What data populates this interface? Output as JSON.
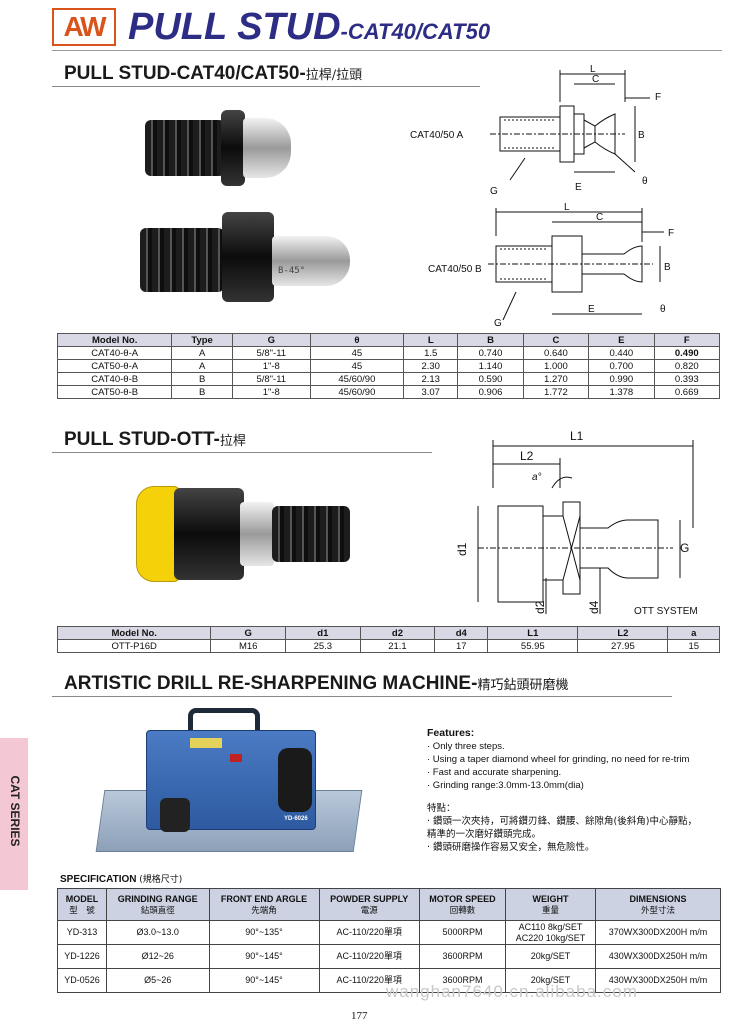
{
  "header": {
    "logo_text": "AW",
    "title_main": "PULL STUD",
    "title_sub": "-CAT40/CAT50"
  },
  "sections": {
    "cat": {
      "title": "PULL STUD-CAT40/CAT50-",
      "title_cn": "拉桿/拉頭"
    },
    "ott": {
      "title": "PULL STUD-OTT-",
      "title_cn": "拉桿"
    },
    "machine": {
      "title": "ARTISTIC DRILL RE-SHARPENING MACHINE-",
      "title_cn": "精巧鉆頭研磨機"
    }
  },
  "cat_photo": {
    "stud_b_marking": "B-45°"
  },
  "cat_drawings": {
    "a_label": "CAT40/50 A",
    "b_label": "CAT40/50 B",
    "dims": {
      "L": "L",
      "C": "C",
      "F": "F",
      "B": "B",
      "E": "E",
      "G": "G",
      "theta": "θ"
    }
  },
  "cat_table": {
    "headers": [
      "Model No.",
      "Type",
      "G",
      "θ",
      "L",
      "B",
      "C",
      "E",
      "F"
    ],
    "rows": [
      [
        "CAT40-θ-A",
        "A",
        "5/8\"-11",
        "45",
        "1.5",
        "0.740",
        "0.640",
        "0.440",
        "0.490"
      ],
      [
        "CAT50-θ-A",
        "A",
        "1\"-8",
        "45",
        "2.30",
        "1.140",
        "1.000",
        "0.700",
        "0.820"
      ],
      [
        "CAT40-θ-B",
        "B",
        "5/8\"-11",
        "45/60/90",
        "2.13",
        "0.590",
        "1.270",
        "0.990",
        "0.393"
      ],
      [
        "CAT50-θ-B",
        "B",
        "1\"-8",
        "45/60/90",
        "3.07",
        "0.906",
        "1.772",
        "1.378",
        "0.669"
      ]
    ]
  },
  "ott_drawing": {
    "system_label": "OTT SYSTEM",
    "dims": {
      "L1": "L1",
      "L2": "L2",
      "a": "a°",
      "d1": "d1",
      "d2": "d2",
      "d4": "d4",
      "G": "G"
    }
  },
  "ott_table": {
    "headers": [
      "Model No.",
      "G",
      "d1",
      "d2",
      "d4",
      "L1",
      "L2",
      "a"
    ],
    "rows": [
      [
        "OTT-P16D",
        "M16",
        "25.3",
        "21.1",
        "17",
        "55.95",
        "27.95",
        "15"
      ]
    ]
  },
  "machine_photo": {
    "panel_label": "YD-6026"
  },
  "features": {
    "heading": "Features:",
    "items": [
      "· Only three steps.",
      "· Using a taper diamond wheel for grinding, no need for re-trim",
      "· Fast and accurate sharpening.",
      "· Grinding range:3.0mm-13.0mm(dia)"
    ],
    "cn_heading": "特點：",
    "cn_items": [
      "· 鑽頭一次夾持，可將鑽刃鋒、鑽腰、餘隙角(後斜角)中心靜點，",
      "   精準的一次磨好鑽頭完成。",
      "· 鑽頭研磨操作容易又安全，無危險性。"
    ]
  },
  "spec": {
    "heading": "SPECIFICATION",
    "heading_cn": "(規格尺寸)",
    "headers": [
      {
        "en": "MODEL",
        "cn": "型　號"
      },
      {
        "en": "GRINDING RANGE",
        "cn": "鉆頭直徑"
      },
      {
        "en": "FRONT END ARGLE",
        "cn": "先端角"
      },
      {
        "en": "POWDER SUPPLY",
        "cn": "電源"
      },
      {
        "en": "MOTOR SPEED",
        "cn": "回轉數"
      },
      {
        "en": "WEIGHT",
        "cn": "重量"
      },
      {
        "en": "DIMENSIONS",
        "cn": "外型寸法"
      }
    ],
    "rows": [
      [
        "YD-313",
        "Ø3.0~13.0",
        "90°~135°",
        "AC-110/220單項",
        "5000RPM",
        "AC110  8kg/SET",
        "370WX300DX200H m/m"
      ],
      [
        "YD-1226",
        "Ø12~26",
        "90°~145°",
        "AC-110/220單項",
        "3600RPM",
        "20kg/SET",
        "430WX300DX250H m/m"
      ],
      [
        "YD-0526",
        "Ø5~26",
        "90°~145°",
        "AC-110/220單項",
        "3600RPM",
        "20kg/SET",
        "430WX300DX250H m/m"
      ]
    ],
    "weight_line2": "AC220 10kg/SET"
  },
  "side_tab": "CAT SERIES",
  "watermark": "wanghan7640.cn.alibaba.com",
  "page_number": "177",
  "colors": {
    "title_blue": "#2d2d86",
    "logo_orange": "#d9541b",
    "table_header": "#d9d9e6",
    "side_tab": "#f3c7d4",
    "ott_yellow": "#f5d10a"
  }
}
